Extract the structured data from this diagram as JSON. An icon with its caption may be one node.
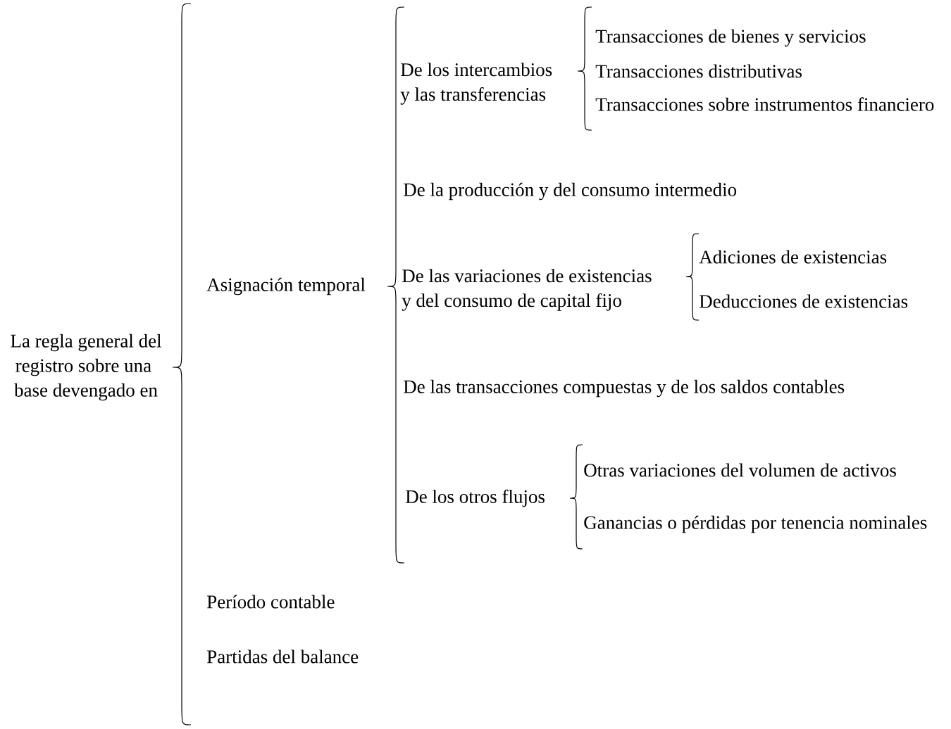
{
  "diagram": {
    "labels": [
      "La regla general del registro sobre una base devengado en",
      "Asignación temporal",
      "De los intercambios y las transferencias",
      "Transacciones de bienes y servicios",
      "Transacciones distributivas",
      "Transacciones sobre instrumentos financiero",
      "De la producción y del consumo intermedio",
      "De las variaciones de existencias y del consumo de capital fijo",
      "Adiciones de existencias",
      "Deducciones de existencias",
      "De las transacciones compuestas y de los saldos contables",
      "De los otros flujos",
      "Otras variaciones del volumen de activos",
      "Ganancias o pérdidas por tenencia nominales",
      "Período contable",
      "Partidas del balance"
    ]
  }
}
